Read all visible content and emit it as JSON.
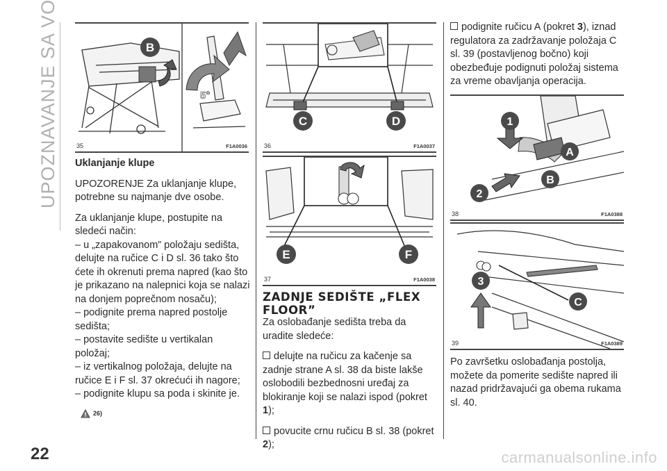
{
  "section_title": "UPOZNAVANJE SA VOZILOM",
  "page_number": "22",
  "watermark": "carmanualsonline.info",
  "figures": {
    "f35": {
      "num": "35",
      "code": "F1A0036",
      "labels": {
        "b": "B",
        "angle": "5°"
      }
    },
    "f36": {
      "num": "36",
      "code": "F1A0037",
      "labels": {
        "c": "C",
        "d": "D"
      }
    },
    "f37": {
      "num": "37",
      "code": "F1A0038",
      "labels": {
        "e": "E",
        "f": "F"
      }
    },
    "f38": {
      "num": "38",
      "code": "F1A0388",
      "labels": {
        "one": "1",
        "a": "A",
        "b": "B",
        "two": "2"
      }
    },
    "f39": {
      "num": "39",
      "code": "F1A0389",
      "labels": {
        "three": "3",
        "c": "C"
      }
    }
  },
  "col1": {
    "heading": "Uklanjanje klupe",
    "warning": "UPOZORENJE Za uklanjanje klupe, potrebne su najmanje dve osobe.",
    "intro": "Za uklanjanje klupe, postupite na sledeći način:",
    "step1": "– u „zapakovanom” položaju sedišta, delujte na ručice C i D sl. 36 tako što ćete ih okrenuti prema napred (kao što je prikazano na nalepnici koja se nalazi na donjem poprečnom nosaču);",
    "step2": "– podignite prema napred postolje sedišta;",
    "step3": "– postavite sedište u vertikalan položaj;",
    "step4": "– iz vertikalnog položaja, delujte na ručice E i F sl. 37 okrećući ih nagore;",
    "step5": "– podignite klupu sa poda i skinite je.",
    "note_ref": "26)"
  },
  "col2": {
    "heading": "ZADNJE SEDIŠTE „FLEX FLOOR”",
    "intro": "Za oslobađanje sedišta treba da uradite sledeće:",
    "b1_pre": "delujte na ručicu za kačenje sa zadnje strane A sl. 38 da biste lakše oslobodili bezbednosni uređaj za blokiranje koji se nalazi ispod (pokret ",
    "b1_num": "1",
    "b1_post": ");",
    "b2_pre": "povucite crnu ručicu B sl. 38 (pokret ",
    "b2_num": "2",
    "b2_post": ");"
  },
  "col3": {
    "b3_pre": "podignite ručicu A (pokret ",
    "b3_num": "3",
    "b3_post": "), iznad regulatora za zadržavanje položaja C sl. 39 (postavljenog bočno) koji obezbeđuje podignuti položaj sistema za vreme obavljanja operacija.",
    "final": "Po završetku oslobađanja postolja, možete da pomerite sedište napred ili nazad pridržavajući ga obema rukama sl. 40."
  }
}
